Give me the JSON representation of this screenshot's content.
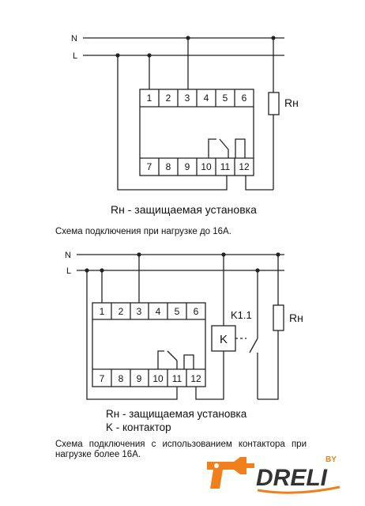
{
  "diagram1": {
    "line_n": "N",
    "line_l": "L",
    "terminals_top": [
      "1",
      "2",
      "3",
      "4",
      "5",
      "6"
    ],
    "terminals_bottom": [
      "7",
      "8",
      "9",
      "10",
      "11",
      "12"
    ],
    "load_label": "Rн",
    "caption": "Rн - защищаемая установка",
    "note": "Схема подключения при нагрузке до 16А."
  },
  "diagram2": {
    "line_n": "N",
    "line_l": "L",
    "terminals_top": [
      "1",
      "2",
      "3",
      "4",
      "5",
      "6"
    ],
    "terminals_bottom": [
      "7",
      "8",
      "9",
      "10",
      "11",
      "12"
    ],
    "contact_label": "K1.1",
    "coil_label": "K",
    "load_label": "Rн",
    "caption_line1": "Rн - защищаемая установка",
    "caption_line2": "K - контактор",
    "note": "Схема подключения с использованием контактора при нагрузке более 16А."
  },
  "logo": {
    "text": "DRELI",
    "superscript": "BY",
    "colors": {
      "primary": "#f07f1c",
      "dark": "#333333"
    }
  },
  "colors": {
    "line": "#222222",
    "background": "#ffffff"
  }
}
